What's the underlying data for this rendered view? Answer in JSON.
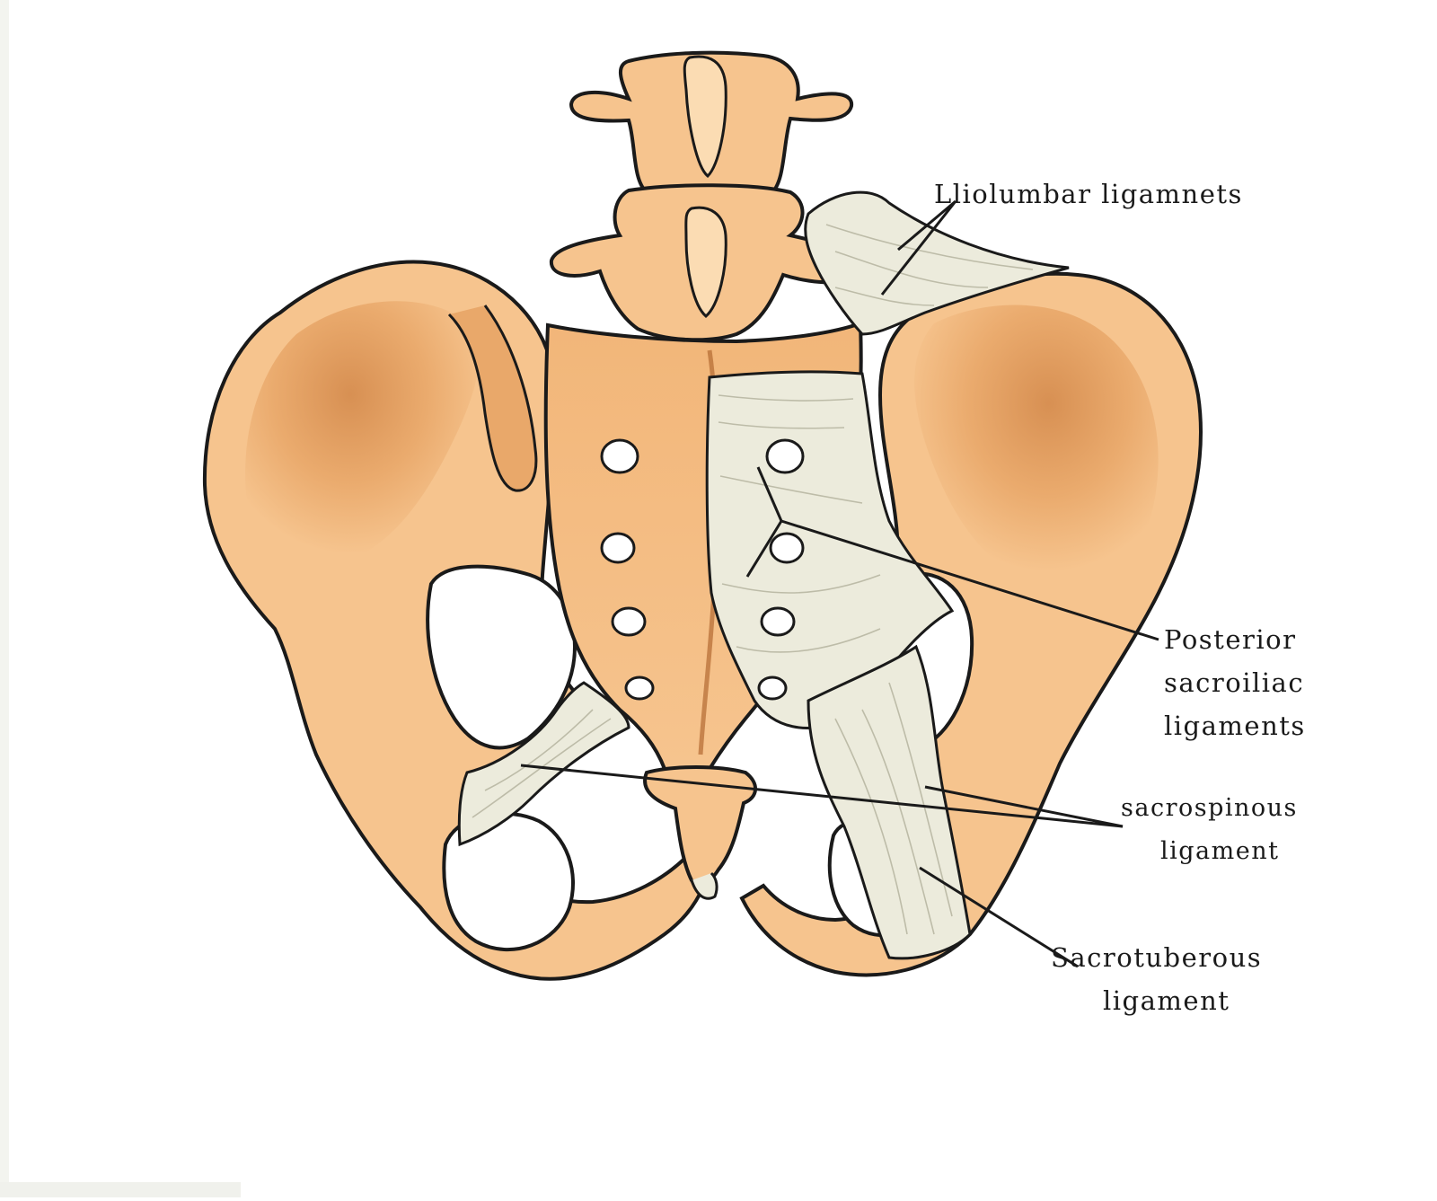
{
  "colors": {
    "bone": "#f6c48e",
    "bone_shade": "#d9955a",
    "bone_light": "#fbdcb3",
    "ligament": "#ecebdc",
    "ligament_stroke": "#b9b7a3",
    "outline": "#1a1a1a",
    "background": "#ffffff"
  },
  "labels": {
    "iliolumbar": "Lliolumbar ligamnets",
    "posterior_sacroiliac": [
      "Posterior",
      "sacroiliac",
      "ligaments"
    ],
    "sacrospinous": [
      "sacrospinous",
      "ligament"
    ],
    "sacrotuberous": [
      "Sacrotuberous",
      "ligament"
    ]
  }
}
